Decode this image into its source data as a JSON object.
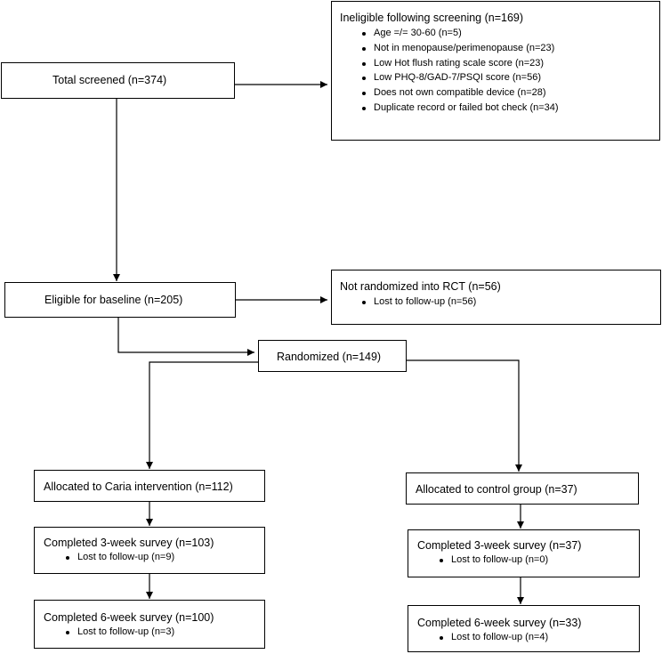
{
  "total_screened": "Total screened (n=374)",
  "ineligible": {
    "title": "Ineligible following screening (n=169)",
    "items": [
      "Age =/= 30-60 (n=5)",
      "Not in menopause/perimenopause (n=23)",
      "Low Hot flush rating scale score (n=23)",
      "Low PHQ-8/GAD-7/PSQI score (n=56)",
      "Does not own compatible device (n=28)",
      "Duplicate record or failed bot check (n=34)"
    ]
  },
  "eligible_baseline": "Eligible for baseline (n=205)",
  "not_randomized": {
    "title": "Not randomized into RCT (n=56)",
    "items": [
      "Lost to follow-up (n=56)"
    ]
  },
  "randomized": "Randomized (n=149)",
  "intervention": {
    "allocated": "Allocated to Caria intervention (n=112)",
    "week3": {
      "title": "Completed 3-week survey (n=103)",
      "items": [
        "Lost to follow-up (n=9)"
      ]
    },
    "week6": {
      "title": "Completed 6-week survey (n=100)",
      "items": [
        "Lost to follow-up (n=3)"
      ]
    }
  },
  "control": {
    "allocated": "Allocated to control group (n=37)",
    "week3": {
      "title": "Completed 3-week survey (n=37)",
      "items": [
        "Lost to follow-up (n=0)"
      ]
    },
    "week6": {
      "title": "Completed 6-week survey (n=33)",
      "items": [
        "Lost to follow-up (n=4)"
      ]
    }
  }
}
